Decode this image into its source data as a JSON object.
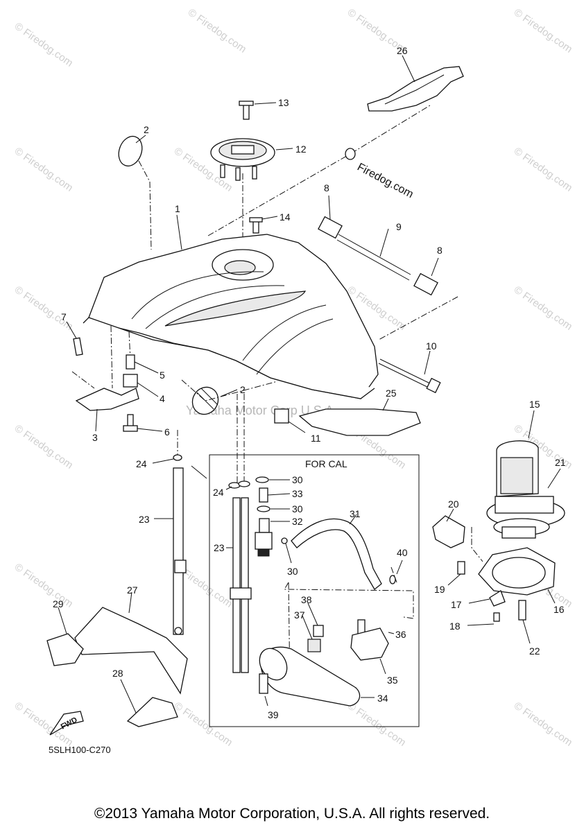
{
  "watermark": "© Firedog.com",
  "brand_label": "Firedog.com",
  "center_watermark": "Yamaha Motor Corp U.S.A.",
  "box_title": "FOR CAL",
  "diagram_code": "5SLH100-C270",
  "fwd_label": "FWD",
  "copyright": "©2013 Yamaha Motor Corporation, U.S.A. All rights reserved.",
  "callouts": {
    "c1": "1",
    "c2a": "2",
    "c2b": "2",
    "c3": "3",
    "c4": "4",
    "c5": "5",
    "c6": "6",
    "c7": "7",
    "c8a": "8",
    "c8b": "8",
    "c9": "9",
    "c10": "10",
    "c11": "11",
    "c12": "12",
    "c13": "13",
    "c14": "14",
    "c15": "15",
    "c16": "16",
    "c17": "17",
    "c18": "18",
    "c19": "19",
    "c20": "20",
    "c21": "21",
    "c22": "22",
    "c23a": "23",
    "c23b": "23",
    "c24a": "24",
    "c24b": "24",
    "c25": "25",
    "c26": "26",
    "c27": "27",
    "c28": "28",
    "c29": "29",
    "c30a": "30",
    "c30b": "30",
    "c30c": "30",
    "c31": "31",
    "c32": "32",
    "c33": "33",
    "c34": "34",
    "c35": "35",
    "c36": "36",
    "c37": "37",
    "c38": "38",
    "c39": "39",
    "c40": "40"
  }
}
